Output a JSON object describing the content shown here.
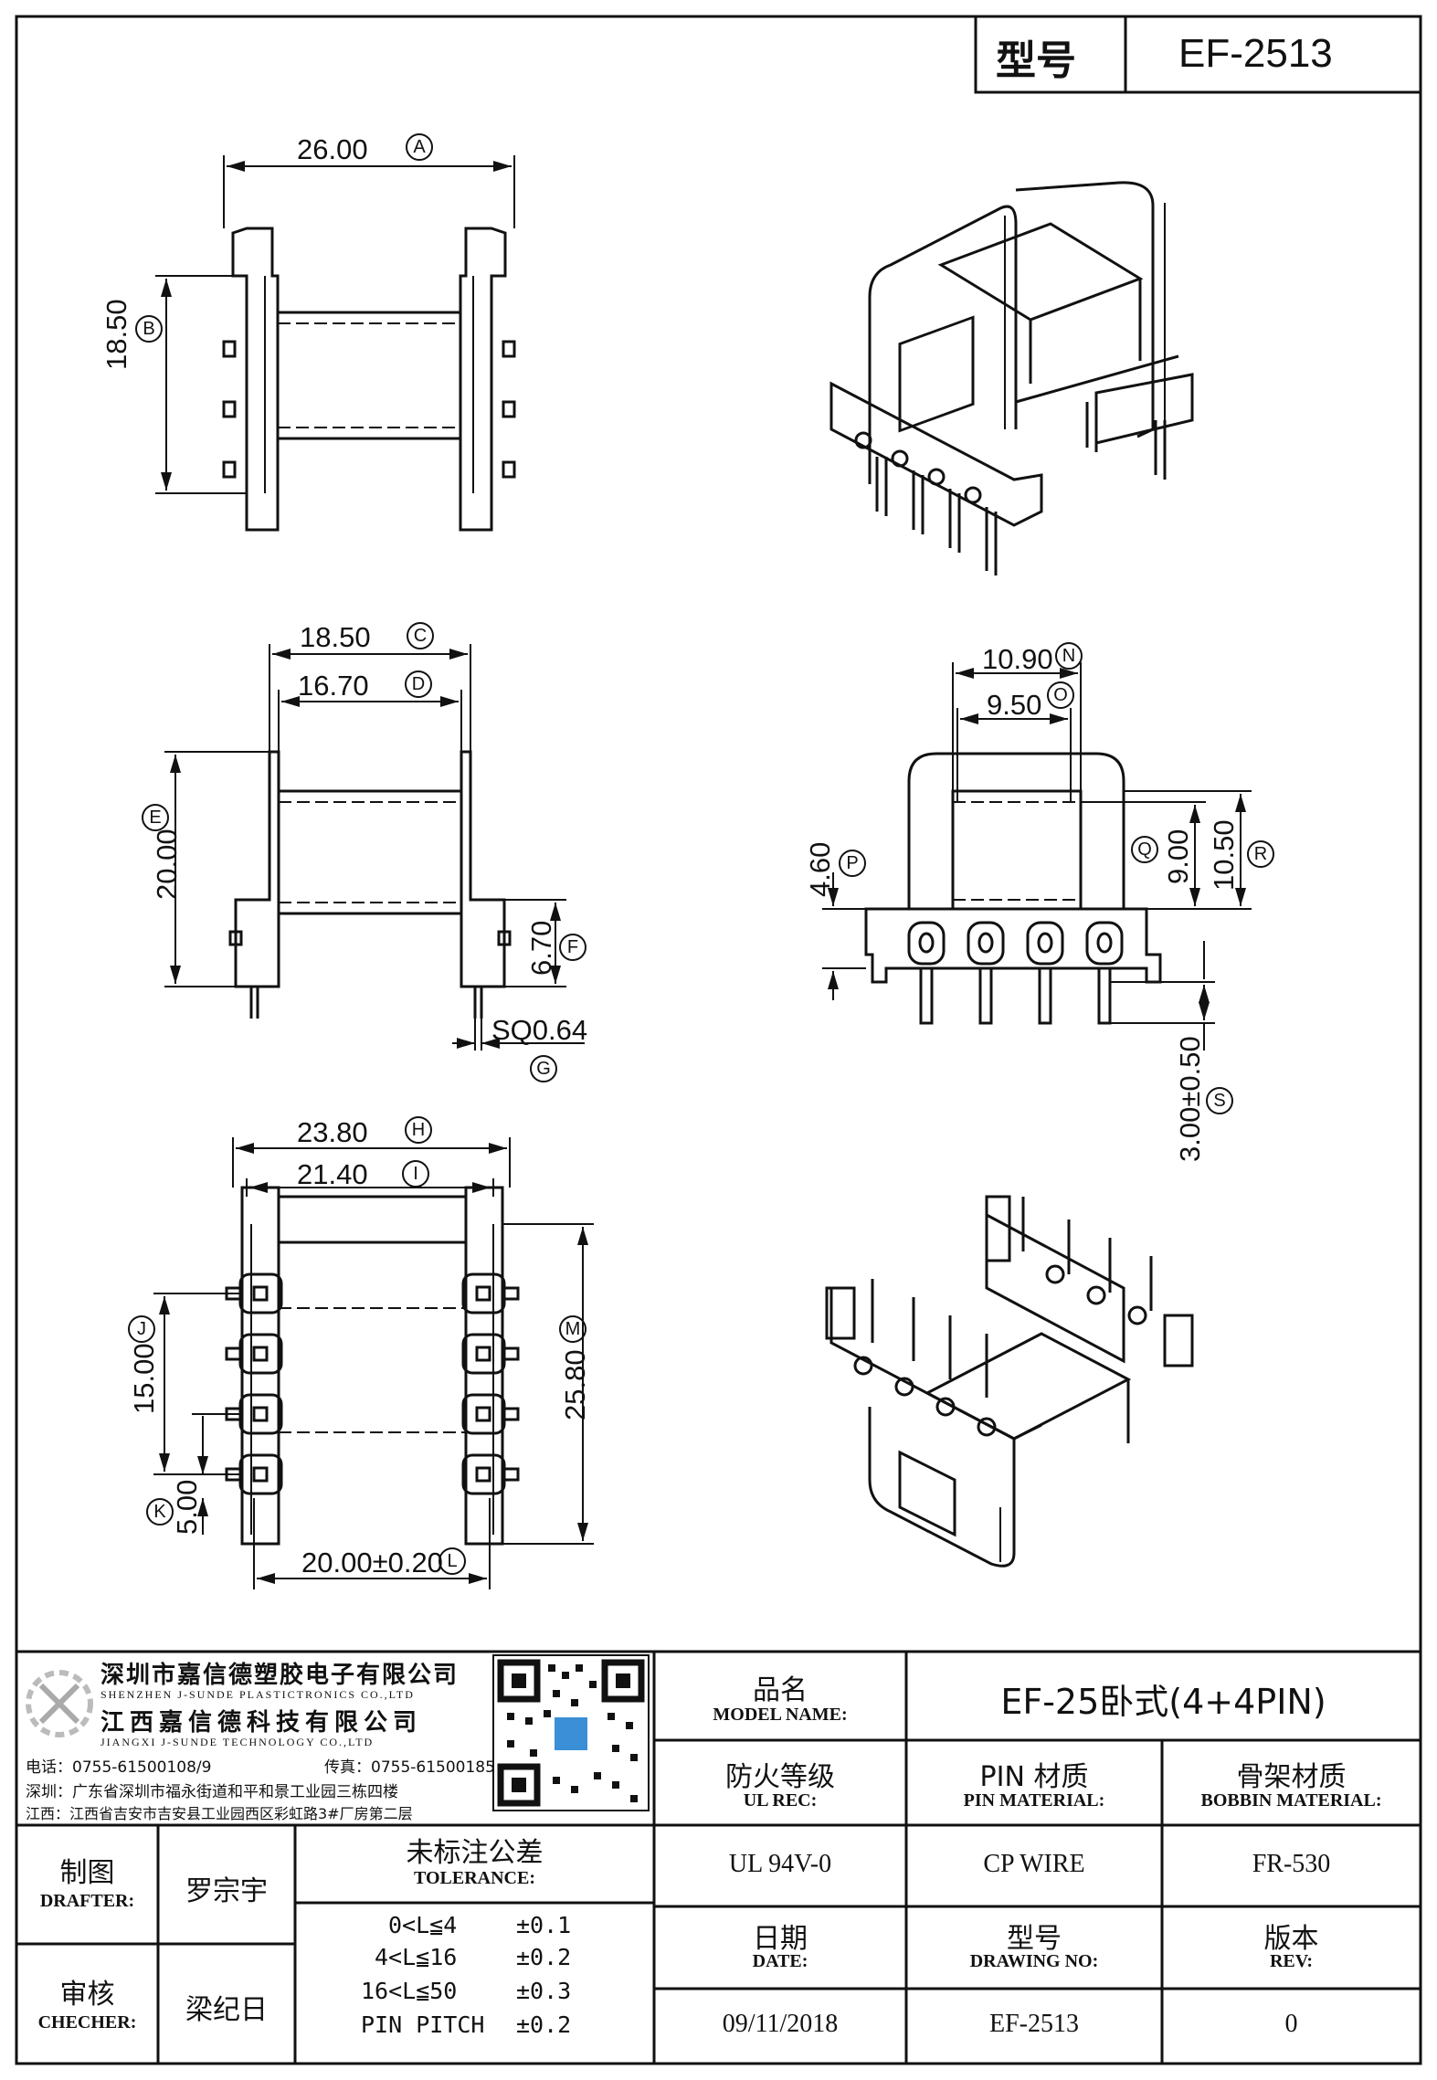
{
  "header": {
    "model_label": "型号",
    "model_value": "EF-2513"
  },
  "dimensions": {
    "A": {
      "value": "26.00",
      "letter": "A"
    },
    "B": {
      "value": "18.50",
      "letter": "B"
    },
    "C": {
      "value": "18.50",
      "letter": "C"
    },
    "D": {
      "value": "16.70",
      "letter": "D"
    },
    "E": {
      "value": "20.00",
      "letter": "E"
    },
    "F": {
      "value": "6.70",
      "letter": "F"
    },
    "G": {
      "value": "SQ0.64",
      "letter": "G"
    },
    "H": {
      "value": "23.80",
      "letter": "H"
    },
    "I": {
      "value": "21.40",
      "letter": "I"
    },
    "J": {
      "value": "15.00",
      "letter": "J"
    },
    "K": {
      "value": "5.00",
      "letter": "K"
    },
    "L": {
      "value": "20.00±0.20",
      "letter": "L"
    },
    "M": {
      "value": "25.80",
      "letter": "M"
    },
    "N": {
      "value": "10.90",
      "letter": "N"
    },
    "O": {
      "value": "9.50",
      "letter": "O"
    },
    "P": {
      "value": "4.60",
      "letter": "P"
    },
    "Q": {
      "value": "9.00",
      "letter": "Q"
    },
    "R": {
      "value": "10.50",
      "letter": "R"
    },
    "S": {
      "value": "3.00±0.50",
      "letter": "S"
    }
  },
  "company": {
    "name_cn": "深圳市嘉信德塑胶电子有限公司",
    "name_en": "SHENZHEN J-SUNDE PLASTICTRONICS CO.,LTD",
    "name2_cn": "江西嘉信德科技有限公司",
    "name2_en": "JIANGXI J-SUNDE TECHNOLOGY CO.,LTD",
    "phone": "电话：0755-61500108/9",
    "fax": "传真：0755-61500185",
    "addr_sz": "深圳：广东省深圳市福永街道和平和景工业园三栋四楼",
    "addr_jx": "江西：江西省吉安市吉安县工业园西区彩虹路3#厂房第二层"
  },
  "title_block": {
    "model_name_cn": "品名",
    "model_name_en": "MODEL NAME:",
    "model_name_value": "EF-25卧式(4+4PIN)",
    "ul_cn": "防火等级",
    "ul_en": "UL REC:",
    "pin_cn": "PIN 材质",
    "pin_en": "PIN MATERIAL:",
    "bobbin_cn": "骨架材质",
    "bobbin_en": "BOBBIN MATERIAL:",
    "ul_value": "UL 94V-0",
    "pin_value": "CP WIRE",
    "bobbin_value": "FR-530",
    "date_cn": "日期",
    "date_en": "DATE:",
    "drawing_cn": "型号",
    "drawing_en": "DRAWING NO:",
    "rev_cn": "版本",
    "rev_en": "REV:",
    "date_value": "09/11/2018",
    "drawing_value": "EF-2513",
    "rev_value": "0",
    "drafter_cn": "制图",
    "drafter_en": "DRAFTER:",
    "drafter_name": "罗宗宇",
    "checker_cn": "审核",
    "checker_en": "CHECHER:",
    "checker_name": "梁纪日",
    "tolerance_cn": "未标注公差",
    "tolerance_en": "TOLERANCE:",
    "tolerances": [
      {
        "range": "0<L≦4",
        "value": "±0.1"
      },
      {
        "range": "4<L≦16",
        "value": "±0.2"
      },
      {
        "range": "16<L≦50",
        "value": "±0.3"
      },
      {
        "range": "PIN PITCH",
        "value": "±0.2"
      }
    ]
  }
}
